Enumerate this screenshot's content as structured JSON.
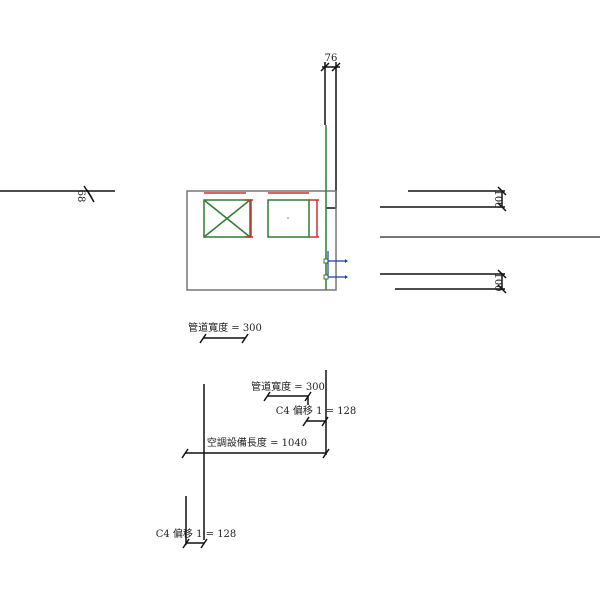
{
  "dimensions": {
    "top_width": "76",
    "left_offset": "68",
    "right_upper": "100",
    "right_lower": "100"
  },
  "labels": {
    "duct_width_1": "管道寬度 = 300",
    "duct_width_2": "管道寬度 = 300",
    "c4_offset_1": "C4 偏移 1 = 128",
    "equipment_length": "空調設備長度 = 1040",
    "c4_offset_2": "C4 偏移 1 = 128"
  },
  "colors": {
    "equipment": "#2e7d32",
    "dimension": "#d32f2f",
    "connector": "#1a3fa8"
  }
}
